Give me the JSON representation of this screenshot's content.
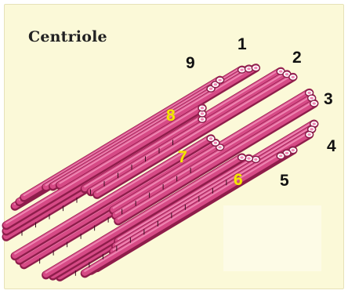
{
  "title": "Centriole",
  "labels": [
    {
      "text": "1",
      "color": "#111111"
    },
    {
      "text": "2",
      "color": "#111111"
    },
    {
      "text": "3",
      "color": "#111111"
    },
    {
      "text": "4",
      "color": "#111111"
    },
    {
      "text": "5",
      "color": "#111111"
    },
    {
      "text": "6",
      "color": "#f4e600"
    },
    {
      "text": "7",
      "color": "#f4e600"
    },
    {
      "text": "8",
      "color": "#f4e600"
    },
    {
      "text": "9",
      "color": "#111111"
    }
  ],
  "colors": {
    "tubule_fill": "#d64a86",
    "tubule_dark": "#8e1d4b",
    "tubule_light": "#ee86b2",
    "background": "#fbf9d8",
    "end_ring": "#ffffff"
  }
}
